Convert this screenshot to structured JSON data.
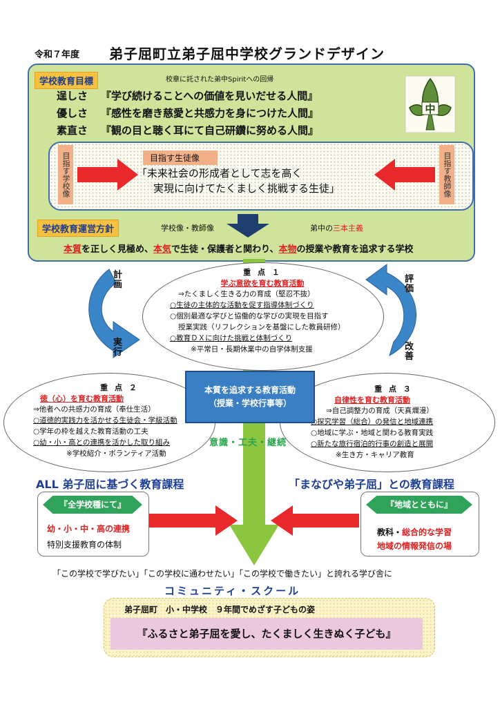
{
  "header": {
    "year": "令和７年度",
    "title": "弟子屈町立弟子屈中学校グランドデザイン"
  },
  "goals": {
    "tag": "学校教育目標",
    "subtitle": "校章に託された弟中Spiritへの回帰",
    "rows": [
      {
        "key": "逞しさ",
        "text": "『学び続けることへの価値を見いだせる人間』"
      },
      {
        "key": "優しさ",
        "text": "『感性を磨き慈愛と共感力を身につけた人間』"
      },
      {
        "key": "素直さ",
        "text": "『観の目と聴く耳にて自己研鑽に努める人間』"
      }
    ],
    "emblem_char": "中"
  },
  "ideal": {
    "school_label": "目指す学校像",
    "teacher_label": "目指す教師像",
    "student_tag": "目指す生徒像",
    "student_line1": "「未来社会の形成者として志を高く",
    "student_line2": "実現に向けてたくましく挑戦する生徒」"
  },
  "management": {
    "tag": "学校教育運営方針",
    "sub1": "学校像・教師像",
    "sub2_prefix": "弟中の",
    "sub2_red": "三本主義",
    "line_parts": [
      "本質",
      "を正しく見極め、",
      "本気",
      "で生徒・保護者と関わり、",
      "本物",
      "の授業や教育を追求する学校"
    ]
  },
  "cycle": {
    "plan": "計画",
    "do": "実行",
    "check": "評価",
    "act": "改善"
  },
  "focus1": {
    "head": "重 点 １",
    "title": "学ぶ意欲を育む教育活動",
    "lines": [
      "⇒たくましく生きる力の育成（堅忍不抜）",
      "○生徒の主体的な活動を促す指導体制づくり",
      "○個別最適な学びと協働的な学びの実現を目指す",
      "授業実践（リフレクションを基盤にした教員研修）",
      "○教育ＤＸに向けた挑戦と体制づくり",
      "※平常日・長期休業中の自学体制支援"
    ]
  },
  "focus2": {
    "head": "重 点 ２",
    "title": "徳（心）を育む教育活動",
    "lines": [
      "⇒他者への共感力の育成（奉仕生活）",
      "○道徳的実践力を活かせる生徒会・学級活動",
      "○学年の枠を越えた教育活動の工夫",
      "○幼・小・高との連携を活かした取り組み",
      "※学校紹介・ボランティア活動"
    ]
  },
  "focus3": {
    "head": "重 点 ３",
    "title": "自律性を育む教育活動",
    "lines": [
      "⇒自己調整力の育成（天真爛漫）",
      "○探究学習（総合）の発信と地域連携",
      "○地域に学ぶ・地域と関わる教育実践",
      "○新たな旅行宿泊的行事の創造と展開",
      "※生き方・キャリア教育"
    ]
  },
  "center": {
    "line1": "本質を追求する教育活動",
    "line2": "（授業・学校行事等）",
    "slogan": "意識・工夫・継続"
  },
  "left_curriculum": {
    "heading": "ALL 弟子屈に基づく教育課程",
    "hex": "『全学校種にて』",
    "line1": "幼・小・中・高の連携",
    "line2": "特別支援教育の体制"
  },
  "right_curriculum": {
    "heading": "「まなびや弟子屈」との教育課程",
    "hex": "『地域とともに』",
    "line1_a": "教科・",
    "line1_b": "総合的な学習",
    "line2": "地域の情報発信の場"
  },
  "bottom": {
    "proud": "「この学校で学びたい」「この学校に通わせたい」「この学校で働きたい」と誇れる学び舎に",
    "community": "コミュニティ・スクール",
    "sub": "弟子屈町　小・中学校　９年間でめざす子どもの姿",
    "goal": "『ふるさと弟子屈を愛し、たくましく生きぬく子ども』"
  },
  "colors": {
    "accent_blue": "#3a7fc4",
    "accent_red": "#d22222",
    "accent_green": "#2fa35a",
    "panel_green": "#cfe39a",
    "orange": "#f6c141"
  }
}
